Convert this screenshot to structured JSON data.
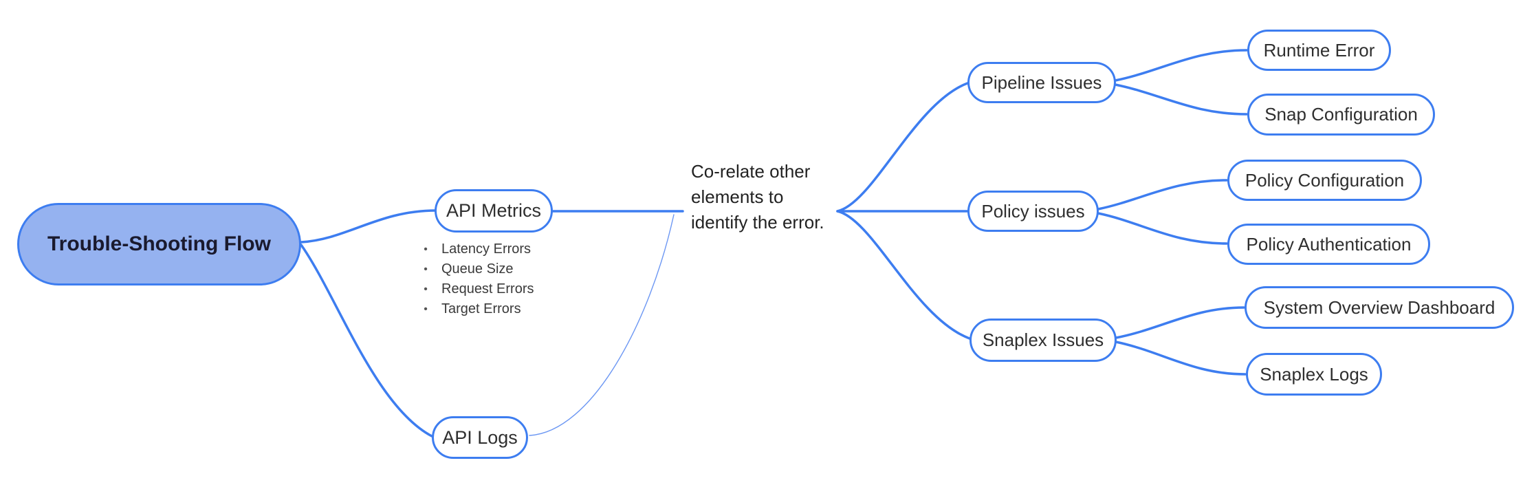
{
  "diagram": {
    "root": {
      "label": "Trouble-Shooting Flow"
    },
    "left_branch": {
      "api_metrics": {
        "label": "API Metrics",
        "bullets": [
          "Latency Errors",
          "Queue Size",
          "Request Errors",
          "Target Errors"
        ]
      },
      "api_logs": {
        "label": "API Logs"
      }
    },
    "note": {
      "text": "Co-relate other elements to identify the error."
    },
    "right_branches": [
      {
        "label": "Pipeline Issues",
        "children": [
          "Runtime Error",
          "Snap Configuration"
        ]
      },
      {
        "label": "Policy issues",
        "children": [
          "Policy Configuration",
          "Policy Authentication"
        ]
      },
      {
        "label": "Snaplex Issues",
        "children": [
          "System Overview Dashboard",
          "Snaplex Logs"
        ]
      }
    ],
    "colors": {
      "accent": "#3D7DF0",
      "root_fill": "#95B2F0",
      "thin_edge": "#6C97F3",
      "node_text": "#2F2F2F"
    }
  }
}
